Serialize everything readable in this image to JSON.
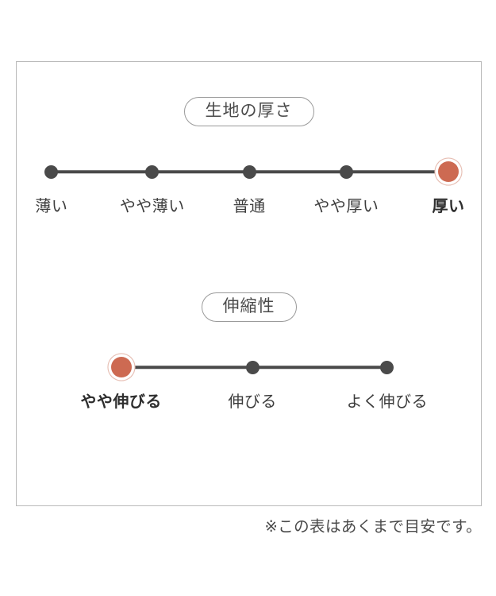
{
  "card": {
    "footnote": "※この表はあくまで目安です。"
  },
  "colors": {
    "selected_dot": "#cd6a52",
    "selected_ring": "#e6bcb1",
    "dot": "#4a4a4a",
    "track": "#4a4a4a",
    "border": "#b9b9b9",
    "text": "#3d3d3d"
  },
  "scales": [
    {
      "id": "fabric-thickness",
      "badge": "生地の厚さ",
      "selected_index": 4,
      "points": [
        {
          "label": "薄い",
          "x_pct": 7.5,
          "selected": false
        },
        {
          "label": "やや薄い",
          "x_pct": 29.2,
          "selected": false
        },
        {
          "label": "普通",
          "x_pct": 50.1,
          "selected": false
        },
        {
          "label": "やや厚い",
          "x_pct": 71.0,
          "selected": false
        },
        {
          "label": "厚い",
          "x_pct": 93.0,
          "selected": true
        }
      ]
    },
    {
      "id": "stretchiness",
      "badge": "伸縮性",
      "selected_index": 0,
      "points": [
        {
          "label": "やや伸びる",
          "x_pct": 22.5,
          "selected": true
        },
        {
          "label": "伸びる",
          "x_pct": 50.8,
          "selected": false
        },
        {
          "label": "よく伸びる",
          "x_pct": 79.8,
          "selected": false
        }
      ]
    }
  ]
}
